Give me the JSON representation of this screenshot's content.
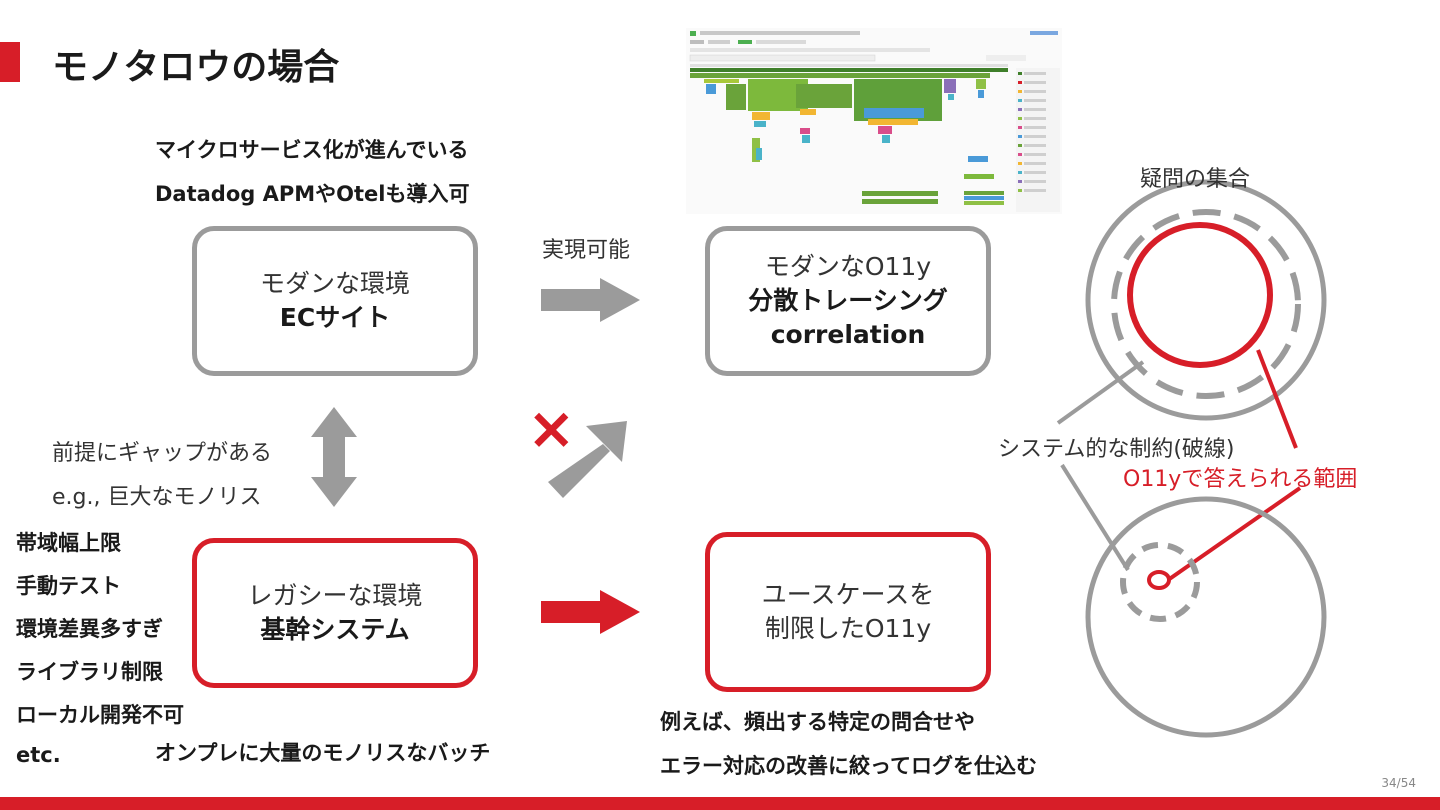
{
  "title": "モノタロウの場合",
  "top_notes": [
    "マイクロサービス化が進んでいる",
    "Datadog APMやOtelも導入可"
  ],
  "arrow_label_top": "実現可能",
  "box_ec": {
    "line1": "モダンな環境",
    "line2": "ECサイト"
  },
  "box_o11y": {
    "line1": "モダンなO11y",
    "line2": "分散トレーシング",
    "line3": "correlation"
  },
  "middle_notes": [
    "前提にギャップがある",
    "e.g., 巨大なモノリス"
  ],
  "cross_mark": "×",
  "left_list": [
    "帯域幅上限",
    "手動テスト",
    "環境差異多すぎ",
    "ライブラリ制限",
    "ローカル開発不可",
    "etc."
  ],
  "box_legacy": {
    "line1": "レガシーな環境",
    "line2": "基幹システム"
  },
  "box_limited": {
    "line1": "ユースケースを",
    "line2": "制限したO11y"
  },
  "batch_note": "オンプレに大量のモノリスなバッチ",
  "bottom_notes": [
    "例えば、頻出する特定の問合せや",
    "エラー対応の改善に絞ってログを仕込む"
  ],
  "diagram": {
    "set_label": "疑問の集合",
    "constraint_label": "システム的な制約(破線)",
    "answerable_label": "O11yで答えられる範囲"
  },
  "page_number": "34/54",
  "colors": {
    "accent": "#d71e28",
    "gray": "#9b9b9b"
  }
}
